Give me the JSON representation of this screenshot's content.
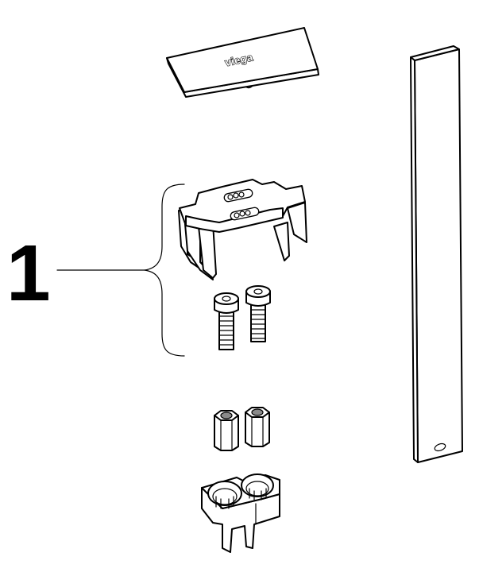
{
  "diagram": {
    "type": "exploded-parts-view",
    "callout": {
      "number": "1",
      "groups_parts": [
        "mounting-bracket",
        "cap-screws"
      ]
    },
    "parts": [
      {
        "id": "cover-plate",
        "label": "viega"
      },
      {
        "id": "mounting-bracket",
        "label": ""
      },
      {
        "id": "cap-screws",
        "count": 2
      },
      {
        "id": "hex-spacer-nuts",
        "count": 2
      },
      {
        "id": "double-socket-holder",
        "label": ""
      },
      {
        "id": "flat-bar",
        "label": ""
      }
    ],
    "brand_text": "viega"
  }
}
